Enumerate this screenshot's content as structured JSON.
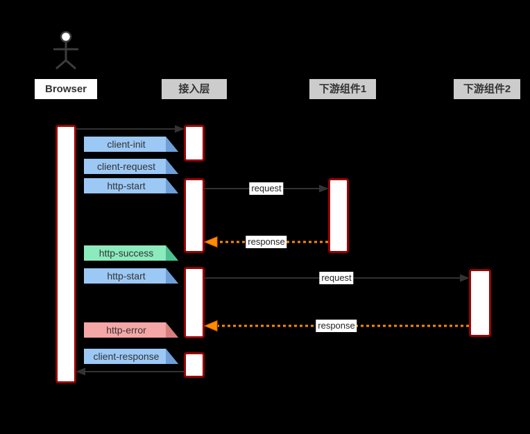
{
  "diagram": {
    "type": "sequence-diagram",
    "participants": [
      {
        "id": "browser",
        "label": "Browser",
        "kind": "actor"
      },
      {
        "id": "access-layer",
        "label": "接入层",
        "kind": "participant"
      },
      {
        "id": "downstream-1",
        "label": "下游组件1",
        "kind": "participant"
      },
      {
        "id": "downstream-2",
        "label": "下游组件2",
        "kind": "participant"
      }
    ],
    "messages": [
      {
        "from": "Browser",
        "to": "接入层",
        "label": "",
        "style": "solid-dark"
      },
      {
        "from": "接入层",
        "to": "下游组件1",
        "label": "request",
        "style": "solid-dark"
      },
      {
        "from": "下游组件1",
        "to": "接入层",
        "label": "response",
        "style": "dotted-orange"
      },
      {
        "from": "接入层",
        "to": "下游组件2",
        "label": "request",
        "style": "solid-dark"
      },
      {
        "from": "下游组件2",
        "to": "接入层",
        "label": "response",
        "style": "dotted-orange"
      },
      {
        "from": "接入层",
        "to": "Browser",
        "label": "",
        "style": "solid-dark"
      }
    ],
    "notes": [
      {
        "label": "client-init",
        "color": "blue"
      },
      {
        "label": "client-request",
        "color": "blue"
      },
      {
        "label": "http-start",
        "color": "blue"
      },
      {
        "label": "http-success",
        "color": "green"
      },
      {
        "label": "http-start",
        "color": "blue"
      },
      {
        "label": "http-error",
        "color": "red"
      },
      {
        "label": "client-response",
        "color": "blue"
      }
    ],
    "colors": {
      "background": "#000000",
      "arrow_dark": "#333333",
      "arrow_orange": "#ff8c00",
      "activation_border": "#990000",
      "activation_fill": "#ffffff",
      "participant_bg": "#cccccc",
      "actor_label_bg": "#ffffff",
      "note_blue": "#9cc8f5",
      "note_blue_fold": "#6f9fd8",
      "note_green": "#8bebbd",
      "note_green_fold": "#4ec08f",
      "note_red": "#f5a6a6",
      "note_red_fold": "#d77f7f",
      "text": "#333333"
    }
  }
}
